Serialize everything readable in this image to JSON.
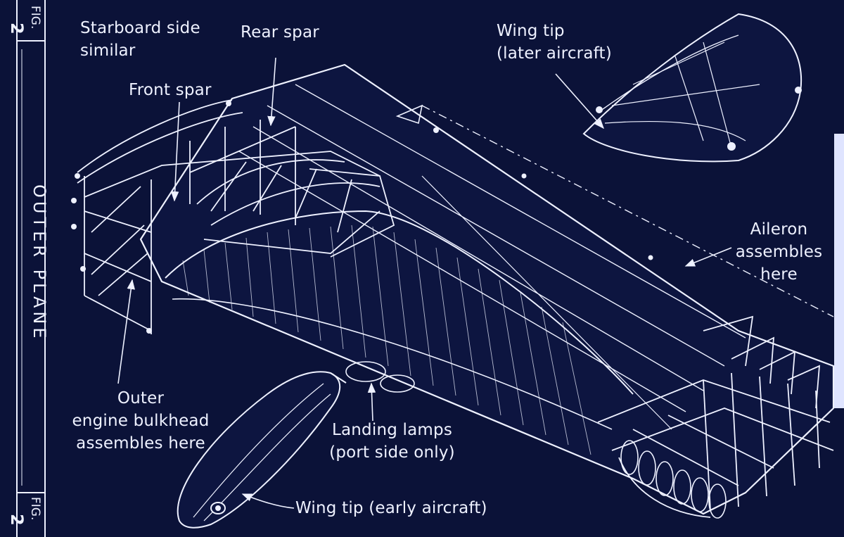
{
  "figure": {
    "number": "2",
    "word": "FIG.",
    "side_title": "OUTER PLANE"
  },
  "labels": {
    "starboard_line1": "Starboard side",
    "starboard_line2": "similar",
    "rear_spar": "Rear spar",
    "front_spar": "Front spar",
    "wing_tip_later_line1": "Wing tip",
    "wing_tip_later_line2": "(later aircraft)",
    "aileron_line1": "Aileron",
    "aileron_line2": "assembles",
    "aileron_line3": "here",
    "outer_line1": "Outer",
    "outer_line2": "engine bulkhead",
    "outer_line3": "assembles here",
    "lamps_line1": "Landing lamps",
    "lamps_line2": "(port side only)",
    "wing_tip_early": "Wing tip (early aircraft)"
  },
  "colors": {
    "background": "#0b1238",
    "ink": "#eef1ff"
  }
}
